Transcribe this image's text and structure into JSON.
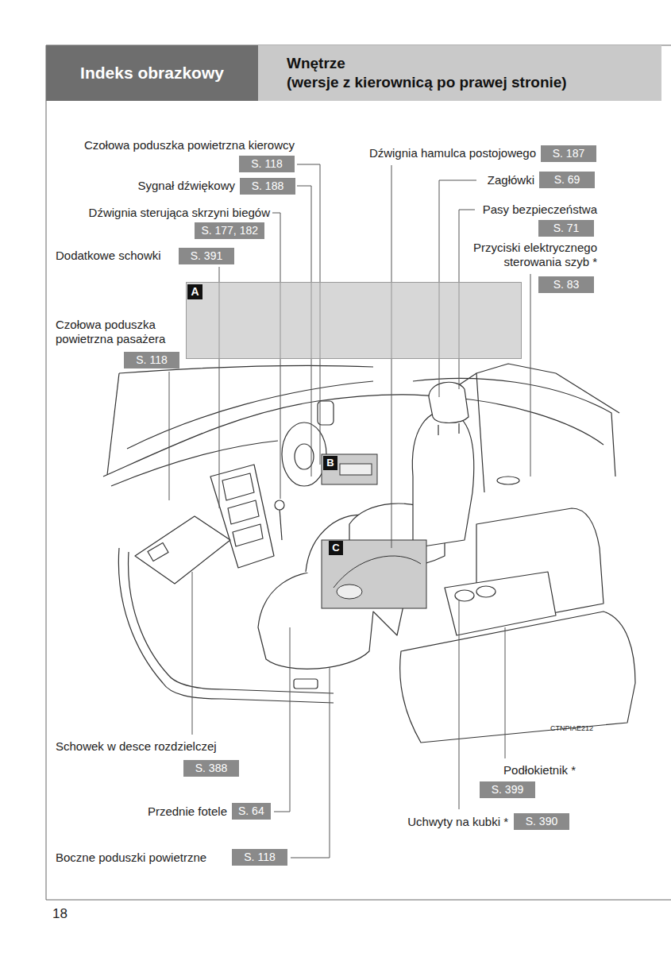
{
  "diagram": {
    "nodes": [
      {
        "text": [
          "Indeks obrazkowy"
        ]
      },
      {
        "text": [
          "Wnętrze",
          "(wersje z kierownicą po prawej stronie)"
        ]
      },
      {
        "text": [
          "Czołowa poduszka powietrzna kierowcy",
          "S. 118"
        ]
      },
      {
        "text": [
          "Dźwignia hamulca postojowego",
          "S. 187"
        ]
      },
      {
        "text": [
          "Sygnał dźwiękowy",
          "S. 188"
        ]
      },
      {
        "text": [
          "Zagłówki",
          "S. 69"
        ]
      },
      {
        "text": [
          "Dźwignia sterująca skrzyni biegów",
          "S. 177, 182"
        ]
      },
      {
        "text": [
          "Pasy bezpieczeństwa",
          "S. 71"
        ]
      },
      {
        "text": [
          "Dodatkowe schowki",
          "S. 391"
        ]
      },
      {
        "text": [
          "Przyciski elektrycznego sterowania szyb *",
          "S. 83"
        ]
      },
      {
        "text": [
          "A"
        ]
      },
      {
        "text": [
          "Czołowa poduszka powietrzna pasażera",
          "S. 118"
        ]
      },
      {
        "text": [
          "Schowek w desce rozdzielczej",
          "S. 388"
        ]
      },
      {
        "text": [
          "Podłokietnik *",
          "S. 399"
        ]
      },
      {
        "text": [
          "Przednie fotele",
          "S. 64"
        ]
      },
      {
        "text": [
          "Uchwyty na kubki *",
          "S. 390"
        ]
      },
      {
        "text": [
          "Boczne poduszki powietrzne",
          "S. 118"
        ]
      }
    ],
    "labels": [
      "B",
      "C",
      "CTNPIAE212",
      "18"
    ]
  }
}
